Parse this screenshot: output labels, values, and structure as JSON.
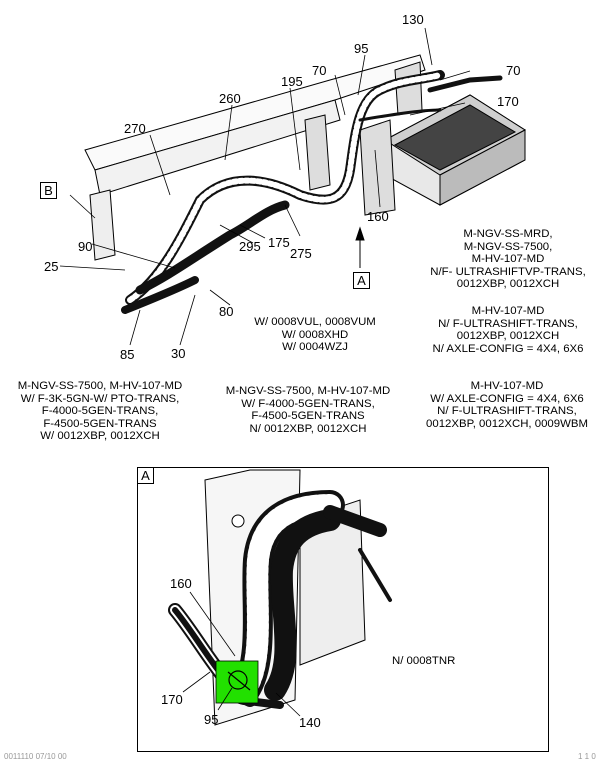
{
  "callouts": {
    "c130": "130",
    "c95": "95",
    "c70a": "70",
    "c70b": "70",
    "c195": "195",
    "c170": "170",
    "c260": "260",
    "c270": "270",
    "c160": "160",
    "c175": "175",
    "c275": "275",
    "c90": "90",
    "c295": "295",
    "c25": "25",
    "c80": "80",
    "c85": "85",
    "c30": "30"
  },
  "view_markers": {
    "b": "B",
    "a": "A",
    "detail_a": "A"
  },
  "notes": {
    "top_right": "M-NGV-SS-MRD,\nM-NGV-SS-7500,\nM-HV-107-MD\nN/F- ULTRASHIFTVP-TRANS,\n0012XBP, 0012XCH",
    "mid_center": "W/ 0008VUL, 0008VUM\nW/ 0008XHD\nW/ 0004WZJ",
    "mid_right": "M-HV-107-MD\nN/ F-ULTRASHIFT-TRANS,\n0012XBP, 0012XCH\nN/ AXLE-CONFIG = 4X4, 6X6",
    "bottom_left": "M-NGV-SS-7500, M-HV-107-MD\nW/ F-3K-5GN-W/ PTO-TRANS,\nF-4000-5GEN-TRANS,\nF-4500-5GEN-TRANS\nW/ 0012XBP, 0012XCH",
    "bottom_center": "M-NGV-SS-7500, M-HV-107-MD\nW/ F-4000-5GEN-TRANS,\nF-4500-5GEN-TRANS\nN/ 0012XBP, 0012XCH",
    "bottom_right": "M-HV-107-MD\nW/ AXLE-CONFIG = 4X4, 6X6\nN/ F-ULTRASHIFT-TRANS,\n0012XBP, 0012XCH, 0009WBM"
  },
  "detail": {
    "c160": "160",
    "c170": "170",
    "c95": "95",
    "c140": "140",
    "note": "N/ 0008TNR"
  },
  "footer": {
    "left": "0011110 07/10 00",
    "right": "1 1 0"
  },
  "colors": {
    "highlight": "#22e000",
    "line": "#000000"
  }
}
